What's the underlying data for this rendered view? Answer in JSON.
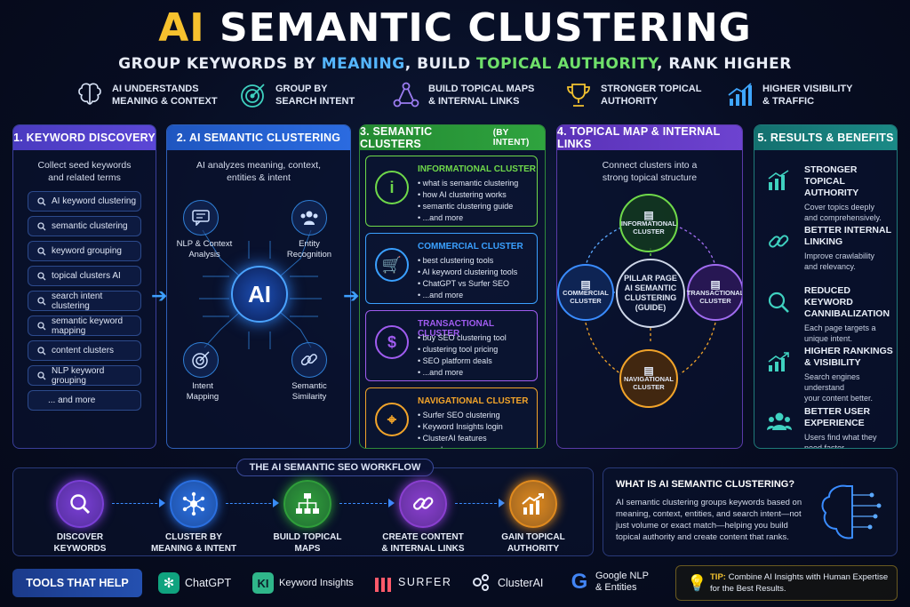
{
  "header": {
    "title_ai": "AI",
    "title_rest": "SEMANTIC CLUSTERING",
    "subtitle_a": "GROUP KEYWORDS BY ",
    "subtitle_b": "MEANING",
    "subtitle_c": ", BUILD ",
    "subtitle_d": "TOPICAL AUTHORITY",
    "subtitle_e": ", RANK HIGHER"
  },
  "features": [
    {
      "l1": "AI UNDERSTANDS",
      "l2": "MEANING & CONTEXT",
      "icon": "brain-icon"
    },
    {
      "l1": "GROUP BY",
      "l2": "SEARCH INTENT",
      "icon": "target-icon"
    },
    {
      "l1": "BUILD TOPICAL MAPS",
      "l2": "& INTERNAL LINKS",
      "icon": "network-icon"
    },
    {
      "l1": "STRONGER TOPICAL",
      "l2": "AUTHORITY",
      "icon": "trophy-icon"
    },
    {
      "l1": "HIGHER VISIBILITY",
      "l2": "& TRAFFIC",
      "icon": "chart-icon"
    }
  ],
  "col1": {
    "head": "1. KEYWORD DISCOVERY",
    "desc1": "Collect seed keywords",
    "desc2": "and related terms",
    "keywords": [
      "AI keyword clustering",
      "semantic clustering",
      "keyword grouping",
      "topical clusters AI",
      "search intent clustering",
      "semantic keyword mapping",
      "content clusters",
      "NLP keyword grouping"
    ],
    "more": "... and more"
  },
  "col2": {
    "head": "2. AI SEMANTIC CLUSTERING",
    "desc1": "AI analyzes meaning, context,",
    "desc2": "entities & intent",
    "ai": "AI",
    "nodes": [
      {
        "l1": "NLP & Context",
        "l2": "Analysis"
      },
      {
        "l1": "Entity",
        "l2": "Recognition"
      },
      {
        "l1": "Intent",
        "l2": "Mapping"
      },
      {
        "l1": "Semantic",
        "l2": "Similarity"
      }
    ]
  },
  "col3": {
    "head": "3. SEMANTIC CLUSTERS",
    "head_small": "(BY INTENT)",
    "clusters": [
      {
        "title": "INFORMATIONAL CLUSTER",
        "items": [
          "what is semantic clustering",
          "how AI clustering works",
          "semantic clustering guide",
          "...and more"
        ],
        "color": "#6fd94a"
      },
      {
        "title": "COMMERCIAL CLUSTER",
        "items": [
          "best clustering tools",
          "AI keyword clustering tools",
          "ChatGPT vs Surfer SEO",
          "...and more"
        ],
        "color": "#3aa0ff"
      },
      {
        "title": "TRANSACTIONAL CLUSTER",
        "items": [
          "buy SEO clustering tool",
          "clustering tool pricing",
          "SEO platform deals",
          "...and more"
        ],
        "color": "#a05cf0"
      },
      {
        "title": "NAVIGATIONAL CLUSTER",
        "items": [
          "Surfer SEO clustering",
          "Keyword Insights login",
          "ClusterAI features",
          "...and more"
        ],
        "color": "#f2a42a"
      }
    ]
  },
  "col4": {
    "head": "4. TOPICAL MAP & INTERNAL LINKS",
    "desc1": "Connect clusters into a",
    "desc2": "strong topical structure",
    "pillar": [
      "PILLAR PAGE",
      "AI SEMANTIC",
      "CLUSTERING",
      "(GUIDE)"
    ],
    "top": [
      "INFORMATIONAL",
      "CLUSTER"
    ],
    "left": [
      "COMMERCIAL",
      "CLUSTER"
    ],
    "right": [
      "TRANSACTIONAL",
      "CLUSTER"
    ],
    "bottom": [
      "NAVIGATIONAL",
      "CLUSTER"
    ]
  },
  "col5": {
    "head": "5. RESULTS & BENEFITS",
    "items": [
      {
        "t1": "STRONGER",
        "t2": "TOPICAL AUTHORITY",
        "d1": "Cover topics deeply",
        "d2": "and comprehensively."
      },
      {
        "t1": "BETTER INTERNAL",
        "t2": "LINKING",
        "d1": "Improve crawlability",
        "d2": "and relevancy."
      },
      {
        "t1": "REDUCED KEYWORD",
        "t2": "CANNIBALIZATION",
        "d1": "Each page targets a",
        "d2": "unique intent."
      },
      {
        "t1": "HIGHER RANKINGS",
        "t2": "& VISIBILITY",
        "d1": "Search engines understand",
        "d2": "your content better."
      },
      {
        "t1": "BETTER USER",
        "t2": "EXPERIENCE",
        "d1": "Users find what they",
        "d2": "need faster."
      }
    ]
  },
  "workflow": {
    "title": "THE AI SEMANTIC SEO WORKFLOW",
    "steps": [
      {
        "l1": "DISCOVER",
        "l2": "KEYWORDS",
        "color": "#7a3fd6"
      },
      {
        "l1": "CLUSTER BY",
        "l2": "MEANING & INTENT",
        "color": "#2a6fe0"
      },
      {
        "l1": "BUILD TOPICAL",
        "l2": "MAPS",
        "color": "#2f9e3a"
      },
      {
        "l1": "CREATE CONTENT",
        "l2": "& INTERNAL LINKS",
        "color": "#8a3fd0"
      },
      {
        "l1": "GAIN TOPICAL",
        "l2": "AUTHORITY",
        "color": "#e08a1e"
      }
    ]
  },
  "whatis": {
    "title": "WHAT IS AI SEMANTIC CLUSTERING?",
    "lines": [
      "AI semantic clustering groups keywords based on",
      "meaning, context, entities, and search intent—not",
      "just volume or exact match—helping you build",
      "topical authority and create content that ranks."
    ]
  },
  "tools": {
    "label": "TOOLS THAT HELP",
    "items": [
      {
        "name": "ChatGPT",
        "icon": "chatgpt-icon"
      },
      {
        "name": "Keyword Insights",
        "icon": "keyword-insights-icon"
      },
      {
        "name": "SURFER",
        "icon": "surfer-icon"
      },
      {
        "name": "ClusterAI",
        "icon": "clusterai-icon"
      },
      {
        "name1": "Google NLP",
        "name2": "& Entities",
        "icon": "google-icon"
      }
    ],
    "tip_label": "TIP:",
    "tip1": " Combine AI Insights with Human Expertise",
    "tip2": "for the Best Results."
  }
}
